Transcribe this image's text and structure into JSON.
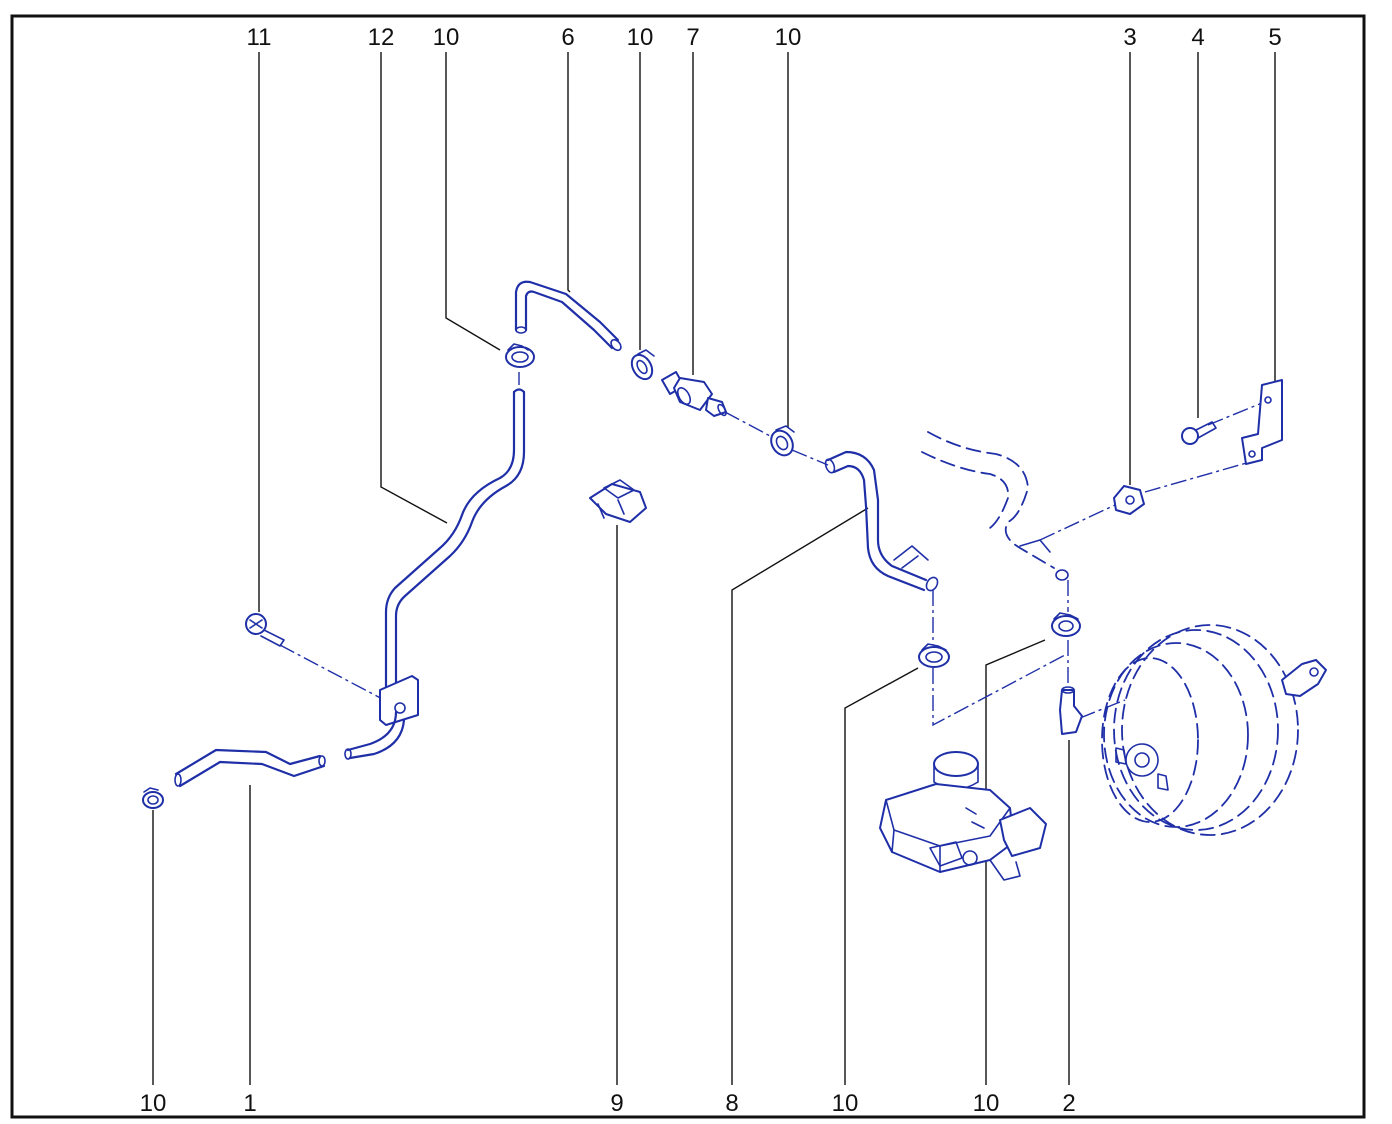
{
  "colors": {
    "line_art": "#1f2fa8",
    "frame": "#111111",
    "background": "#ffffff"
  },
  "callouts": {
    "top": [
      "11",
      "12",
      "10",
      "6",
      "10",
      "7",
      "10",
      "3",
      "4",
      "5"
    ],
    "bottom": [
      "10",
      "1",
      "9",
      "8",
      "10",
      "10",
      "2"
    ]
  },
  "parts": [
    "hose-1",
    "fitting-2",
    "clip-3",
    "bolt-4",
    "bracket-5",
    "hose-6",
    "check-valve-7",
    "hose-8",
    "retainer-9",
    "hose-clamp-10",
    "bolt-11",
    "pipe-12",
    "brake-booster",
    "master-cylinder",
    "intake-pipe"
  ]
}
